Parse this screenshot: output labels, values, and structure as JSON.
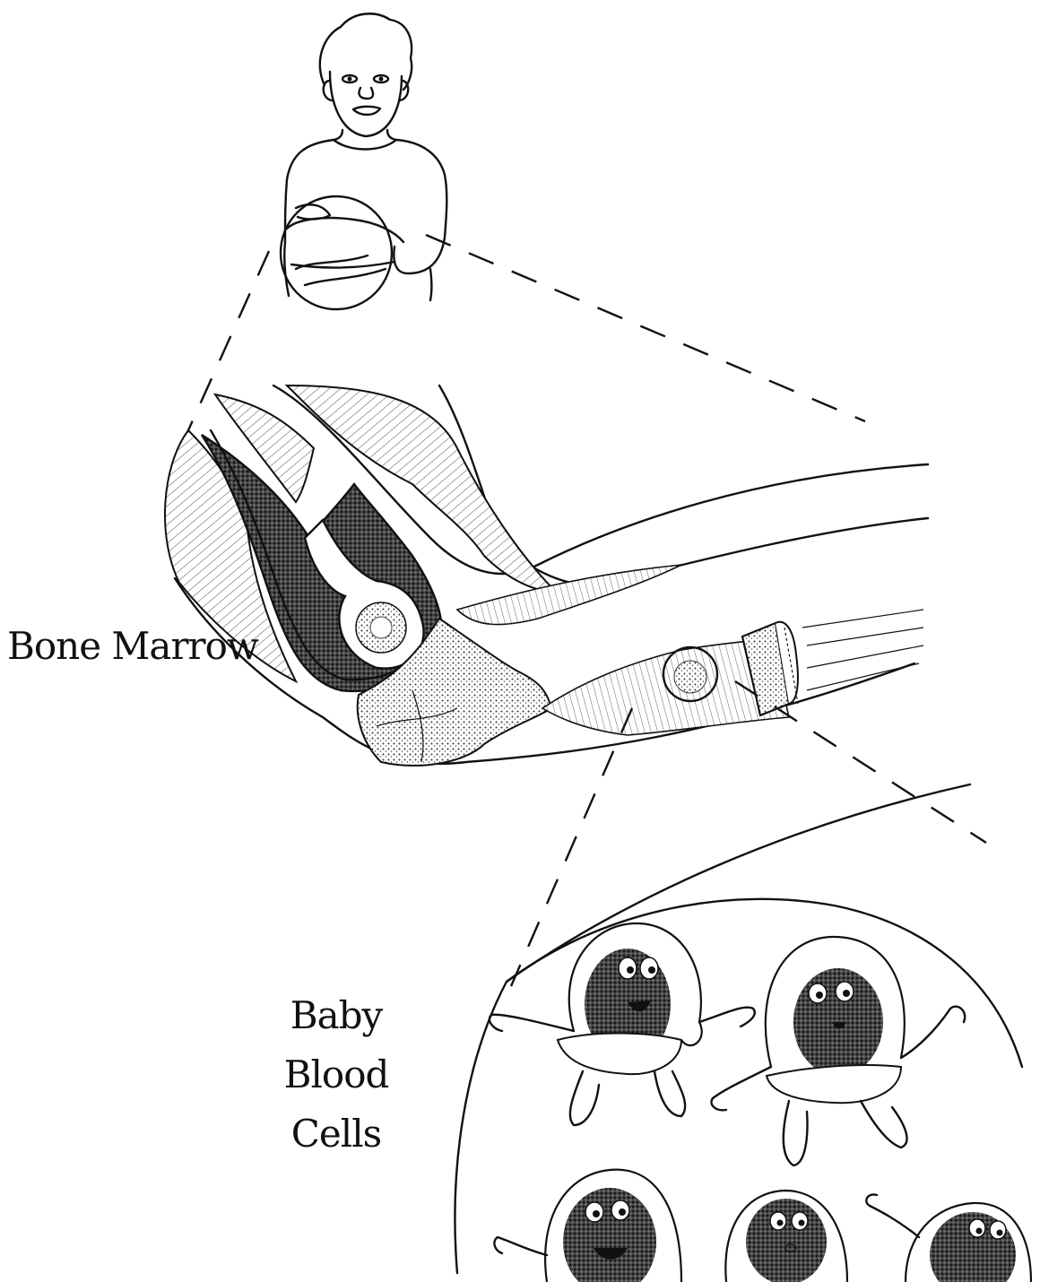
{
  "labels": {
    "bone_marrow": "Bone Marrow",
    "baby_blood_cells": [
      "Baby",
      "Blood",
      "Cells"
    ]
  },
  "colors": {
    "ink": "#111111",
    "background": "#ffffff",
    "stipple": "#555555"
  }
}
